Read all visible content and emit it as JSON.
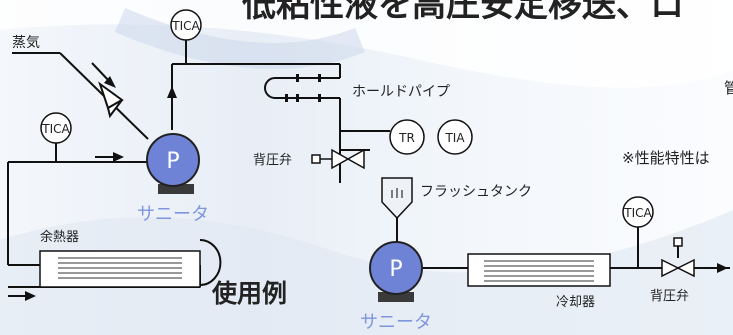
{
  "header": {
    "title": "低粘性液を高圧安定移送、ロ"
  },
  "cut_text": {
    "right_top": "管",
    "note": "※性能特性は"
  },
  "labels": {
    "steam": "蒸気",
    "tica": "TICA",
    "pump_letter": "P",
    "pump_name": "サニータ",
    "hold_pipe": "ホールドパイプ",
    "tr": "TR",
    "tia": "TIA",
    "back_pressure_valve": "背圧弁",
    "flash_tank": "フラッシュタンク",
    "heat_recovery": "余熱器",
    "cooler": "冷却器",
    "usage_example": "使用例"
  },
  "colors": {
    "pump_fill": "#6e83d6",
    "pump_label": "#7f95dd",
    "note_red": "#d8201a",
    "title_gray": "#4a4a4a",
    "line": "#111111"
  }
}
